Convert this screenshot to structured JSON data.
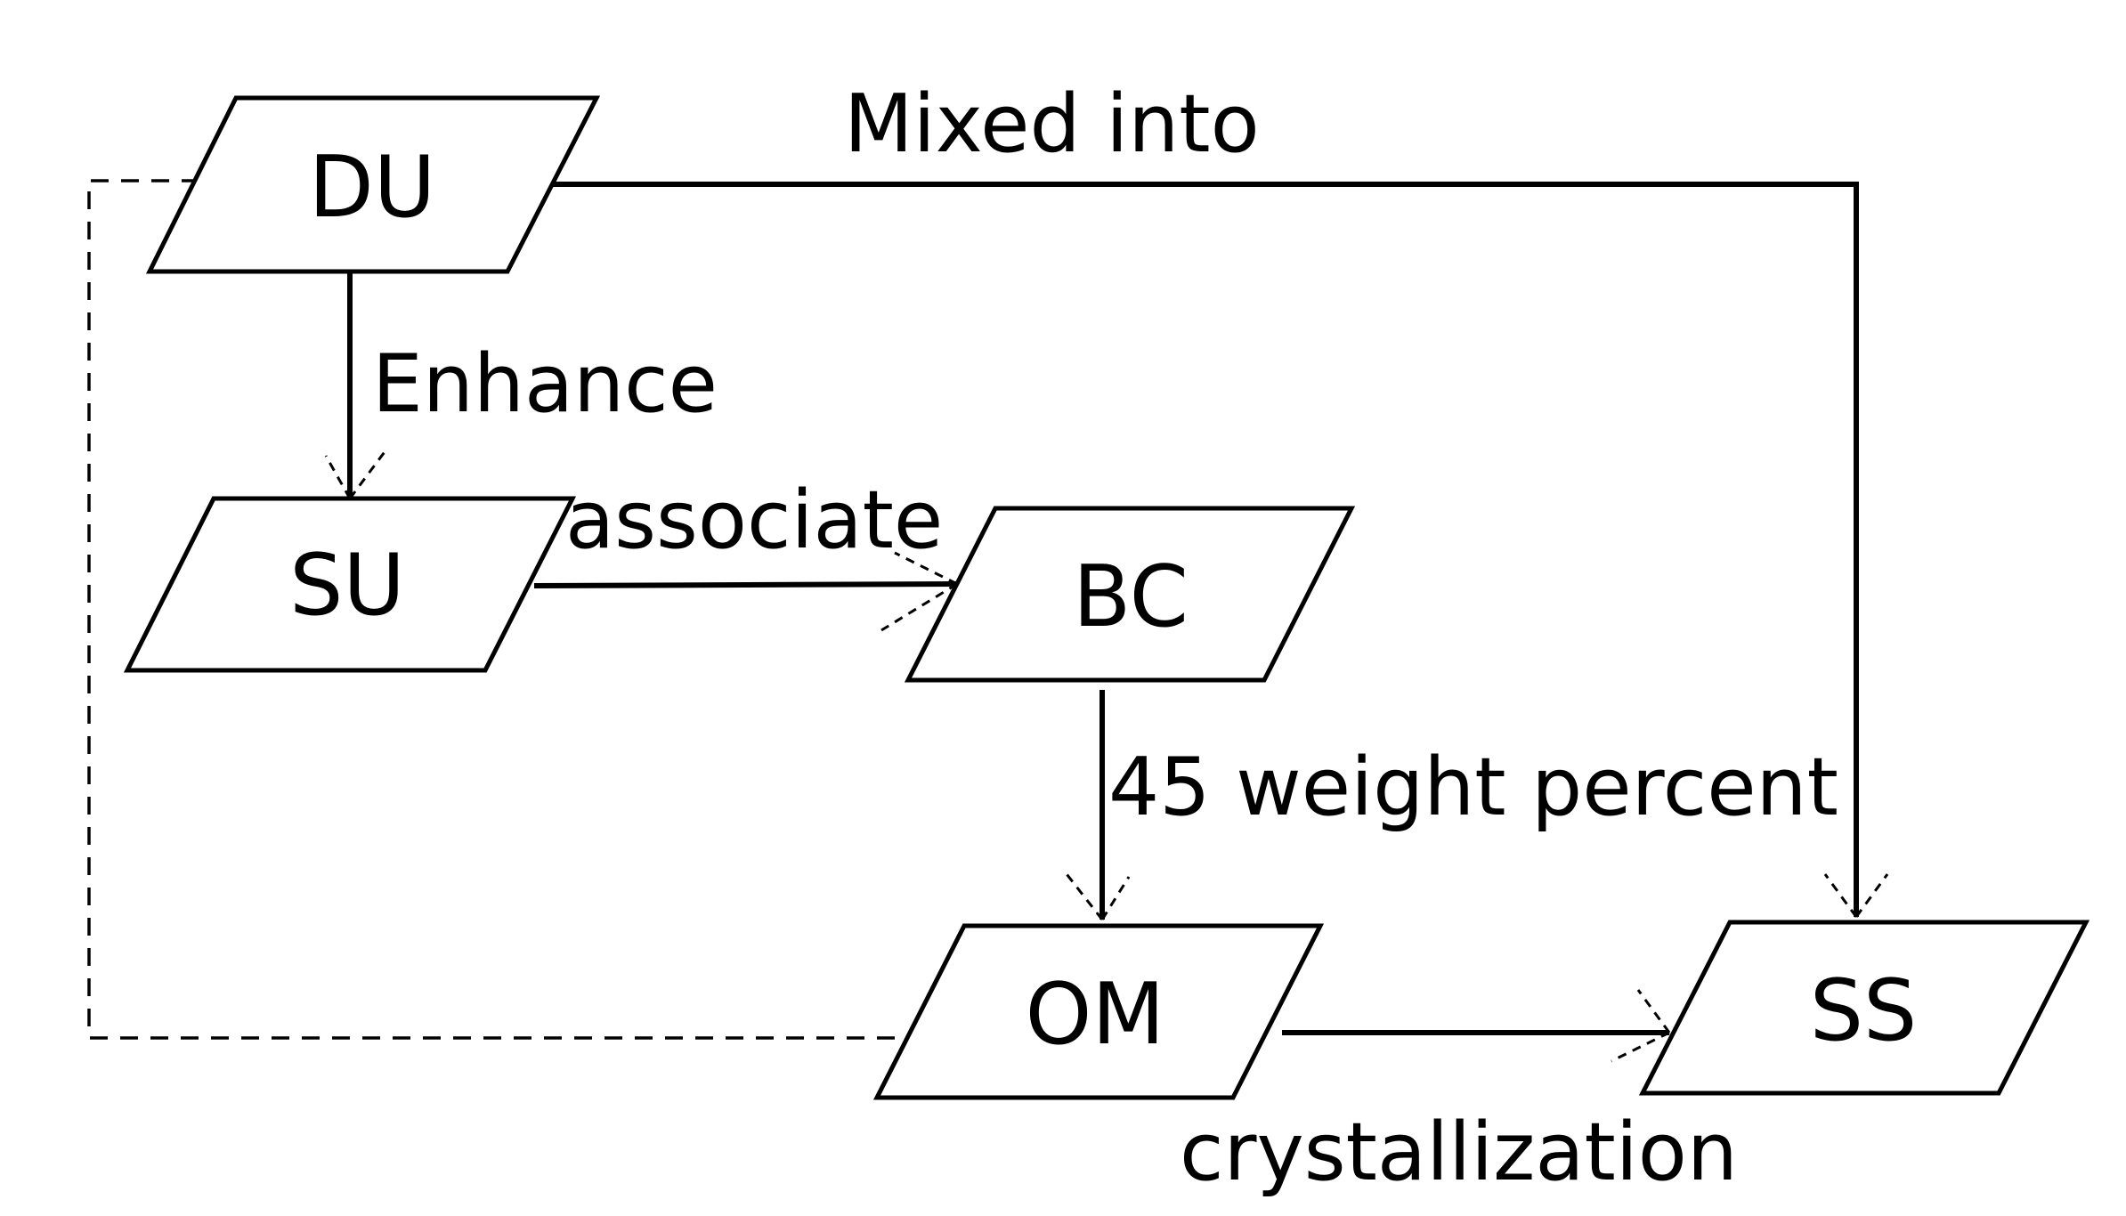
{
  "nodes": {
    "du": "DU",
    "su": "SU",
    "bc": "BC",
    "om": "OM",
    "ss": "SS"
  },
  "edges": {
    "du_ss": "Mixed into",
    "du_su": "Enhance",
    "su_bc": "associate",
    "bc_om": "45 weight percent",
    "om_ss": "crystallization"
  },
  "colors": {
    "stroke": "#000000",
    "background": "#ffffff"
  }
}
